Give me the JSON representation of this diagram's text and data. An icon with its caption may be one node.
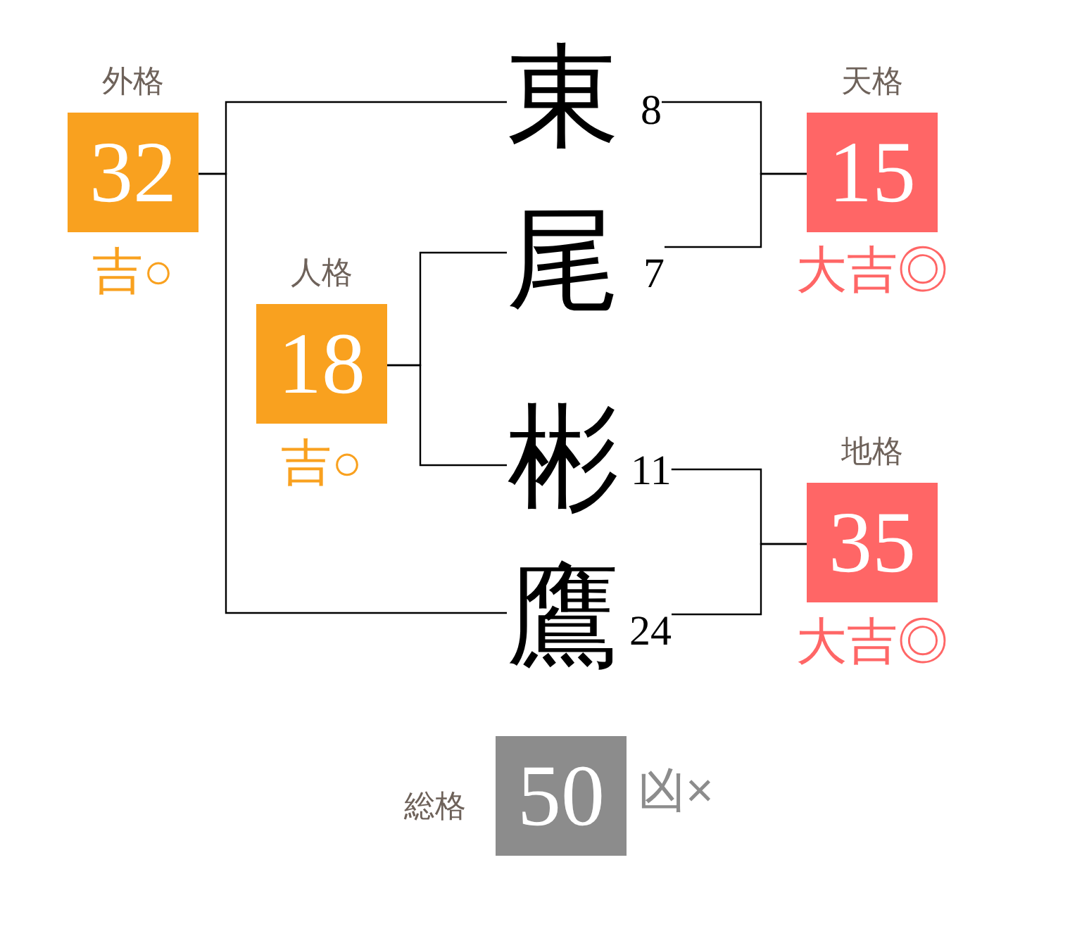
{
  "diagram": {
    "nodes": [
      {
        "text": [
          "外格",
          "32"
        ],
        "beside": [
          "吉○"
        ]
      },
      {
        "text": [
          "人格",
          "18"
        ],
        "beside": [
          "吉○"
        ]
      },
      {
        "text": [
          "東"
        ],
        "beside": [
          "8"
        ]
      },
      {
        "text": [
          "尾"
        ],
        "beside": [
          "7"
        ]
      },
      {
        "text": [
          "彬"
        ],
        "beside": [
          "11"
        ]
      },
      {
        "text": [
          "鷹"
        ],
        "beside": [
          "24"
        ]
      },
      {
        "text": [
          "天格",
          "15"
        ],
        "beside": [
          "大吉◎"
        ]
      },
      {
        "text": [
          "地格",
          "35"
        ],
        "beside": [
          "大吉◎"
        ]
      },
      {
        "text": [
          "総格",
          "50"
        ],
        "beside": [
          "凶×"
        ]
      }
    ],
    "edges": [
      {
        "from": 0,
        "to": 2,
        "arrow": "none"
      },
      {
        "from": 0,
        "to": 5,
        "arrow": "none"
      },
      {
        "from": 1,
        "to": 3,
        "arrow": "none"
      },
      {
        "from": 1,
        "to": 4,
        "arrow": "none"
      },
      {
        "from": 6,
        "to": 2,
        "arrow": "none"
      },
      {
        "from": 6,
        "to": 3,
        "arrow": "none"
      },
      {
        "from": 7,
        "to": 4,
        "arrow": "none"
      },
      {
        "from": 7,
        "to": 5,
        "arrow": "none"
      }
    ]
  }
}
